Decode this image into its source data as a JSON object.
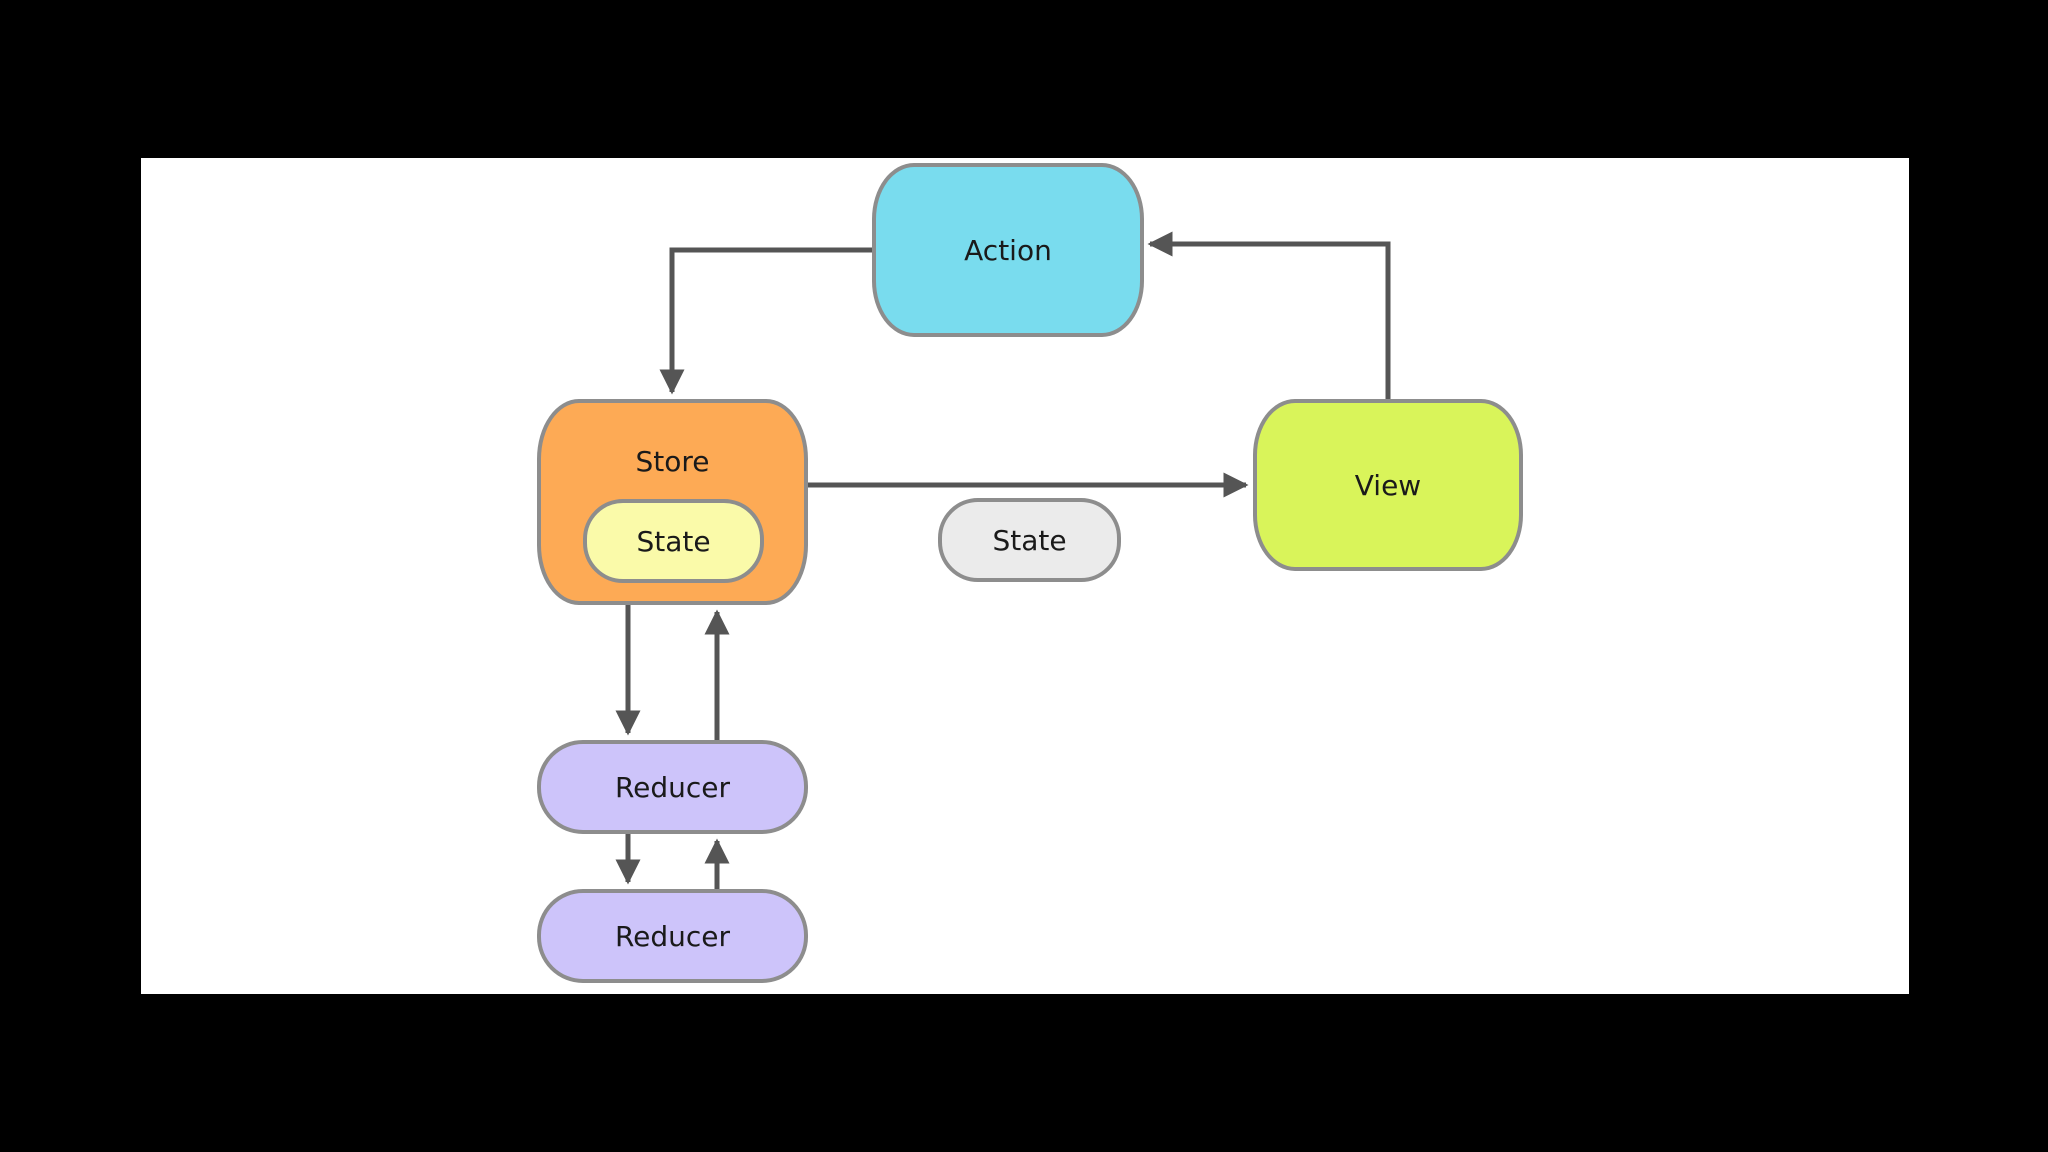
{
  "diagram": {
    "nodes": {
      "action": {
        "label": "Action",
        "color": "#79dcee"
      },
      "store": {
        "label": "Store",
        "color": "#fdaa55"
      },
      "store_state": {
        "label": "State",
        "color": "#fafaa9"
      },
      "state_message": {
        "label": "State",
        "color": "#ebebeb"
      },
      "view": {
        "label": "View",
        "color": "#d9f45a"
      },
      "reducer_1": {
        "label": "Reducer",
        "color": "#cdc4fa"
      },
      "reducer_2": {
        "label": "Reducer",
        "color": "#cdc4fa"
      }
    },
    "edges": [
      {
        "from": "action",
        "to": "store"
      },
      {
        "from": "view",
        "to": "action"
      },
      {
        "from": "store",
        "to": "view"
      },
      {
        "from": "store",
        "to": "reducer_1"
      },
      {
        "from": "reducer_1",
        "to": "store"
      },
      {
        "from": "reducer_1",
        "to": "reducer_2"
      },
      {
        "from": "reducer_2",
        "to": "reducer_1"
      }
    ],
    "line_color": "#555555",
    "node_border_color": "#8d8d8d",
    "slide_background": "#ffffff",
    "screen_background": "#000000"
  }
}
